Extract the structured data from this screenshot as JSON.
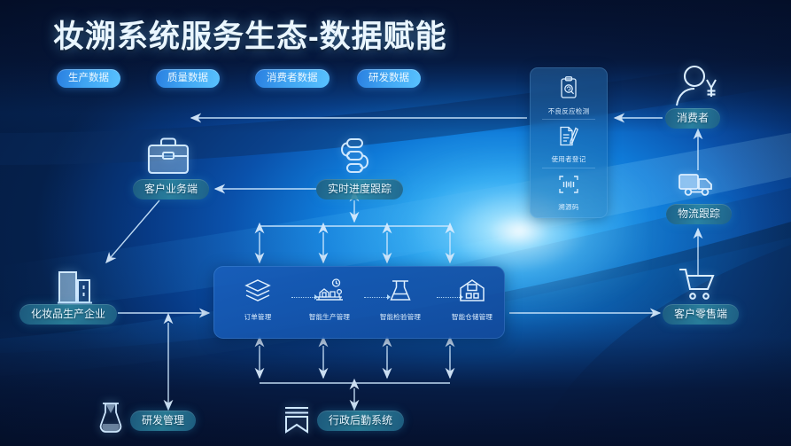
{
  "header": {
    "title": "妆溯系统服务生态-数据赋能",
    "tags": [
      {
        "label": "生产数据"
      },
      {
        "label": "质量数据"
      },
      {
        "label": "消费者数据"
      },
      {
        "label": "研发数据"
      }
    ]
  },
  "nodes": {
    "client_business": {
      "label": "客户业务端",
      "icon": "briefcase-icon"
    },
    "cosmetic_factory": {
      "label": "化妆品生产企业",
      "icon": "factory-icon"
    },
    "realtime_tracking": {
      "label": "实时进度跟踪",
      "icon": "workflow-sync-icon"
    },
    "rnd_management": {
      "label": "研发管理",
      "icon": "flask-icon"
    },
    "admin_logistics": {
      "label": "行政后勤系统",
      "icon": "banner-bookmark-icon"
    },
    "consumer": {
      "label": "消费者",
      "icon": "person-yuan-icon"
    },
    "logistics_tracking": {
      "label": "物流跟踪",
      "icon": "truck-icon"
    },
    "retail_client": {
      "label": "客户零售端",
      "icon": "shopping-cart-icon"
    }
  },
  "right_panel": {
    "items": [
      {
        "label": "不良反应检测",
        "icon": "clipboard-search-icon"
      },
      {
        "label": "使用者登记",
        "icon": "document-pen-icon"
      },
      {
        "label": "溯源码",
        "icon": "qr-scan-icon"
      }
    ]
  },
  "center_card": {
    "items": [
      {
        "label": "订单管理",
        "icon": "layers-stack-icon"
      },
      {
        "label": "智能生产管理",
        "icon": "smart-factory-icon"
      },
      {
        "label": "智能检验管理",
        "icon": "flask-test-icon"
      },
      {
        "label": "智能仓储管理",
        "icon": "warehouse-icon"
      }
    ]
  },
  "colors": {
    "accent_pill": "#3fa4f2",
    "node_pill": "#2d87a0",
    "card_bg": "#155eba",
    "title_text": "#eaf6ff",
    "line": "#cfe9ff"
  }
}
